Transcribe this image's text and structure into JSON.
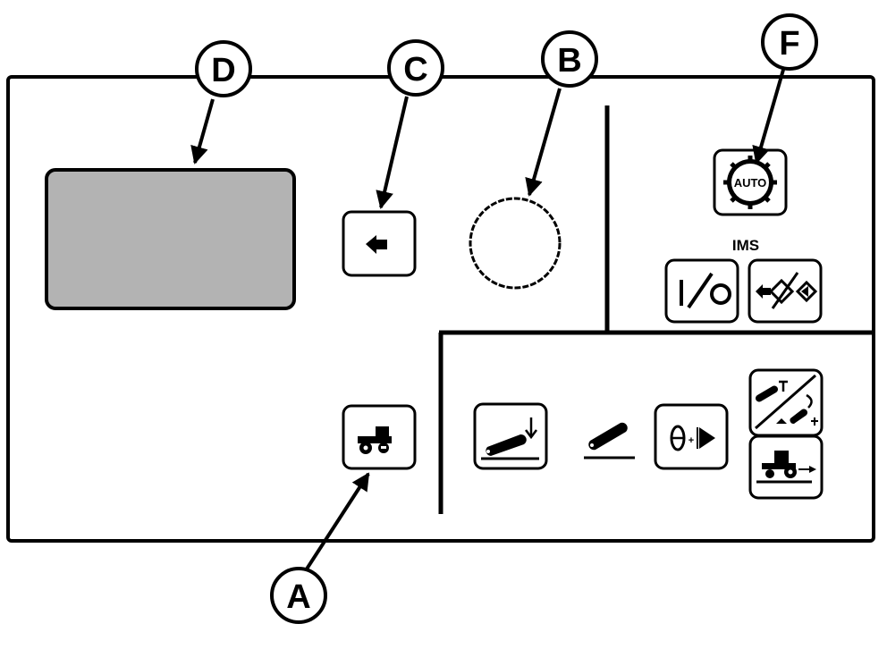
{
  "callouts": {
    "a": "A",
    "b": "B",
    "c": "C",
    "d": "D",
    "f": "F"
  },
  "ims_label": "IMS",
  "auto_label": "AUTO",
  "colors": {
    "line": "#000000",
    "display_fill": "#b3b3b3",
    "background": "#ffffff"
  },
  "icons": {
    "a": "tractor-icon",
    "b": "rotary-knob-icon",
    "c": "back-arrow-icon",
    "f": "auto-gear-icon",
    "ims_1": "on-off-icon",
    "ims_2": "sequence-icon",
    "row2_1": "hitch-lower-icon",
    "row2_2": "hitch-position-icon",
    "row2_3": "hitch-rate-icon",
    "row2_4": "hitch-adjust-icon",
    "row2_5": "tractor-speed-icon"
  }
}
